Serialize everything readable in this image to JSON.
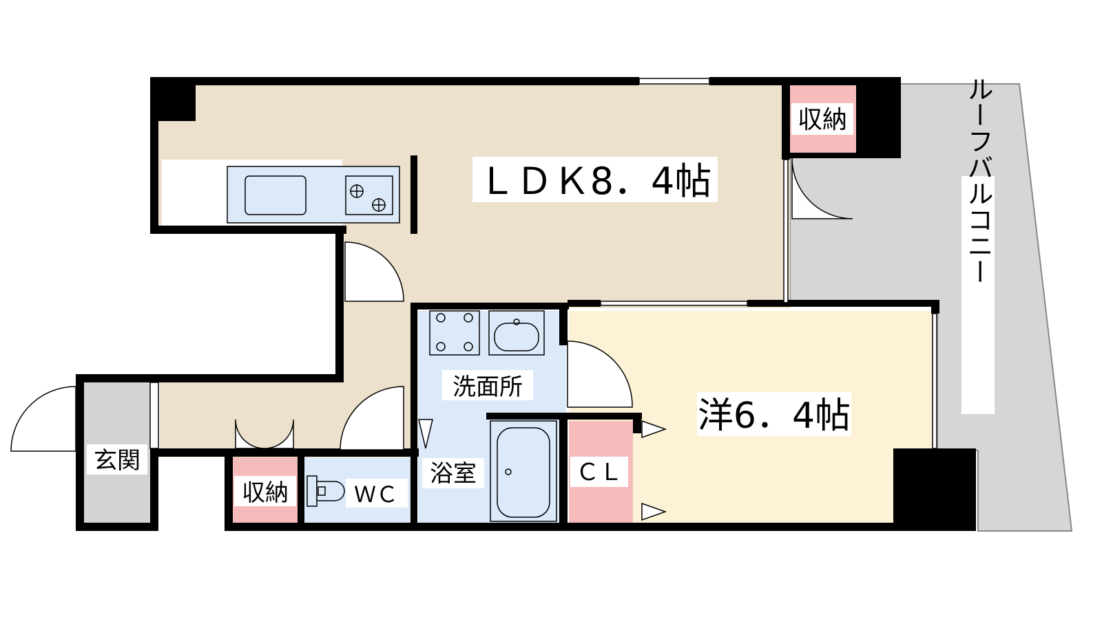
{
  "rooms": {
    "ldk": "ＬＤＫ8．4帖",
    "western": "洋6．4帖",
    "storage_top": "収納",
    "storage_bottom": "収納",
    "washroom": "洗面所",
    "bathroom": "浴室",
    "closet": "ＣＬ",
    "wc": "ＷＣ",
    "entrance": "玄関",
    "balcony": "ルーフバルコニー"
  },
  "colors": {
    "ldk": "#ede0cc",
    "western": "#fdf2d6",
    "wet_area": "#dbe9f8",
    "storage": "#f6bcbc",
    "balcony": "#d6d6d6",
    "wall": "#000000"
  },
  "icons": [
    "sink-icon",
    "stove-icon",
    "washbasin-icon",
    "washer-icon",
    "bathtub-icon",
    "toilet-icon"
  ]
}
